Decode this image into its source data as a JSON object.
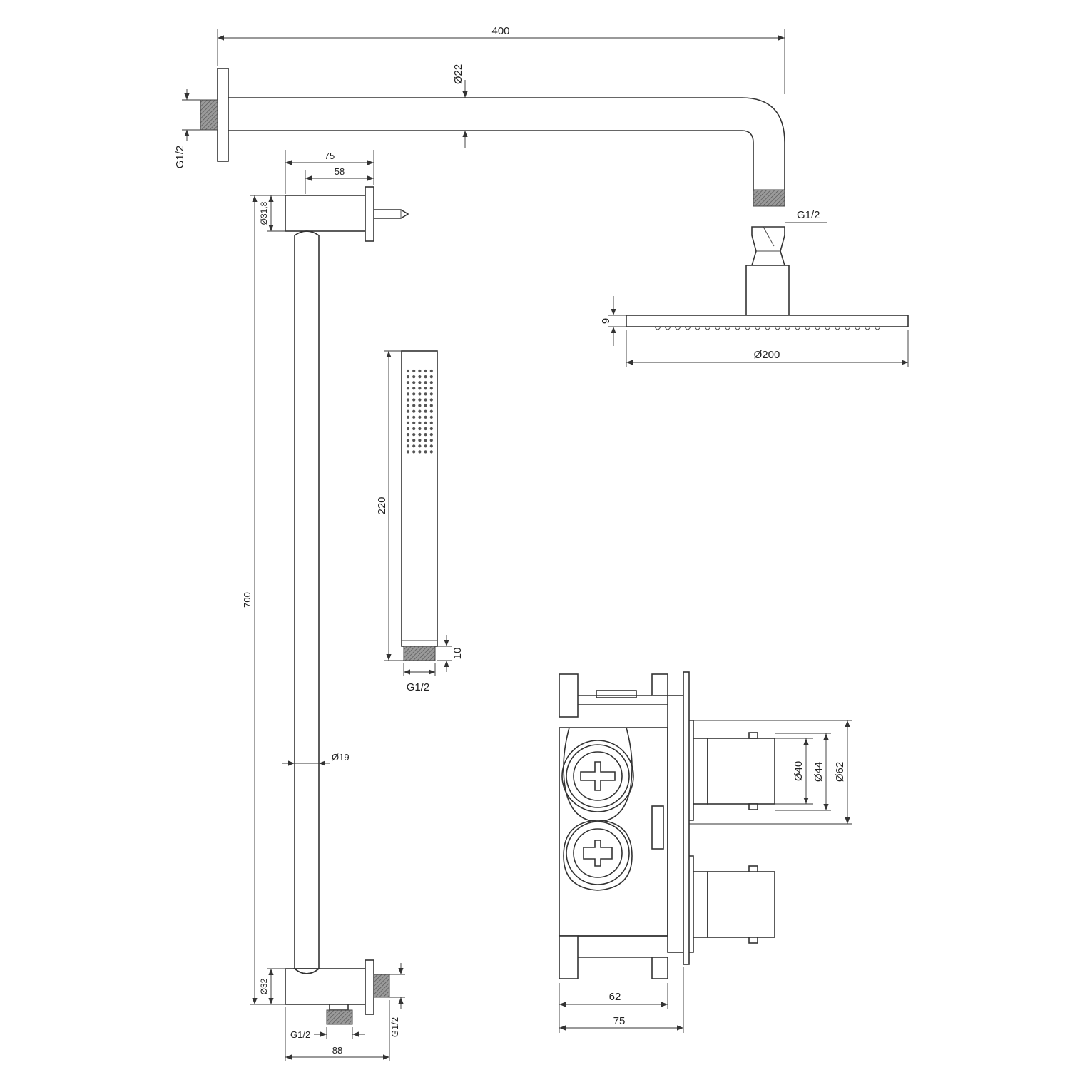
{
  "colors": {
    "line": "#333333",
    "thread": "#888888",
    "background": "#ffffff"
  },
  "dimensions": {
    "arm_length": "400",
    "arm_diameter": "Ø22",
    "arm_wall_thread": "G1/2",
    "arm_end_thread": "G1/2",
    "head_thickness": "9",
    "head_diameter": "Ø200",
    "bracket_depth": "75",
    "bracket_inner": "58",
    "bracket_diameter": "Ø31,8",
    "rail_length": "700",
    "rail_diameter": "Ø19",
    "outlet_diameter": "Ø32",
    "outlet_thread_bottom": "G1/2",
    "outlet_thread_side": "G1/2",
    "outlet_width": "88",
    "handshower_length": "220",
    "handshower_tip": "10",
    "handshower_thread": "G1/2",
    "valve_d40": "Ø40",
    "valve_d44": "Ø44",
    "valve_d62": "Ø62",
    "valve_depth_62": "62",
    "valve_depth_75": "75"
  }
}
